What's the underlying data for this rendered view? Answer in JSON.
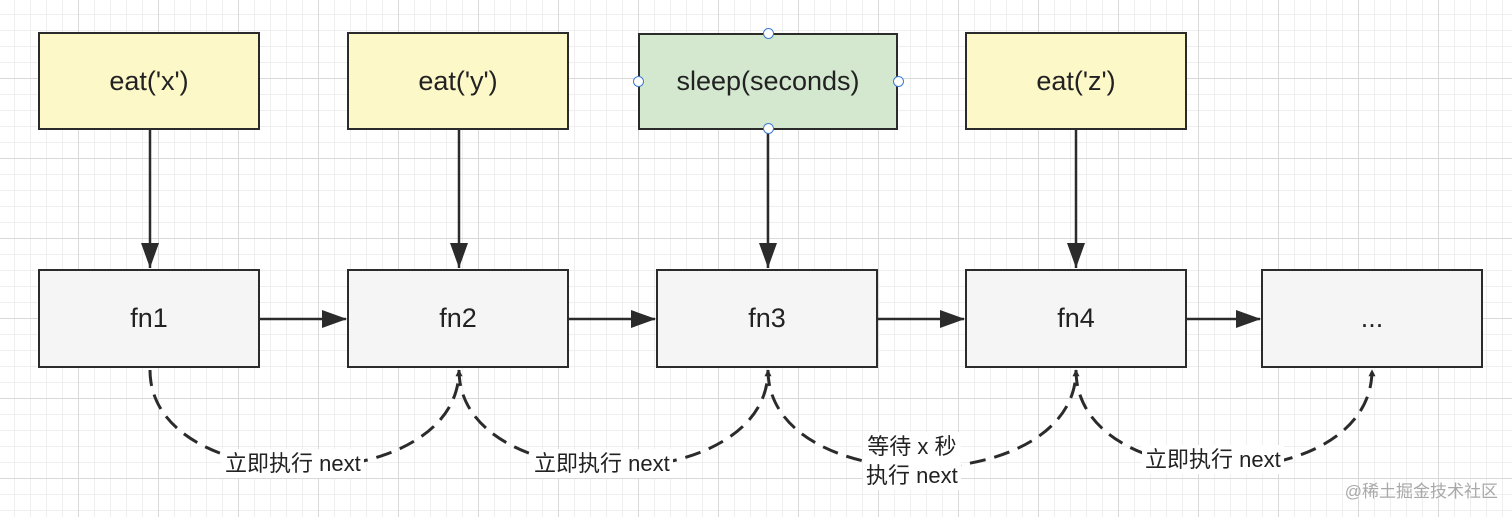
{
  "calls": [
    {
      "label": "eat('x')"
    },
    {
      "label": "eat('y')"
    },
    {
      "label": "sleep(seconds)"
    },
    {
      "label": "eat('z')"
    }
  ],
  "functions": [
    {
      "label": "fn1"
    },
    {
      "label": "fn2"
    },
    {
      "label": "fn3"
    },
    {
      "label": "fn4"
    },
    {
      "label": "..."
    }
  ],
  "transitions": [
    {
      "lines": [
        "立即执行 next"
      ]
    },
    {
      "lines": [
        "立即执行 next"
      ]
    },
    {
      "lines": [
        "等待 x 秒",
        "执行 next"
      ]
    },
    {
      "lines": [
        "立即执行 next"
      ]
    }
  ],
  "watermark": "@稀土掘金技术社区",
  "colors": {
    "call_fill": "#fdf8c8",
    "sleep_fill": "#d4e7cf",
    "fn_fill": "#f5f5f5",
    "stroke": "#2b2b2b",
    "selection_handle": "#3a7bd5"
  }
}
